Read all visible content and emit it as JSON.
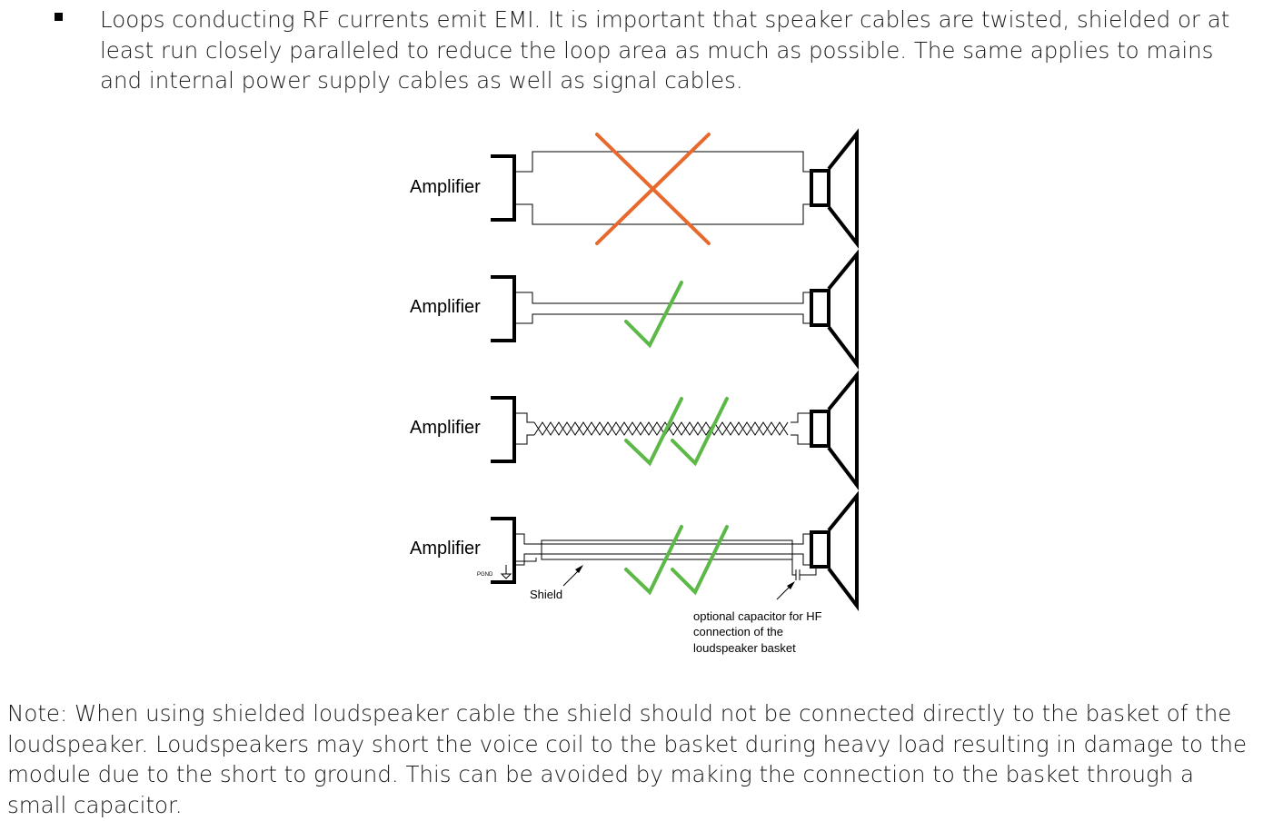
{
  "bullet": {
    "text": "Loops conducting RF currents emit EMI. It is important that speaker cables are twisted, shielded or at least run closely paralleled to reduce the loop area as much as possible. The same applies to mains and internal power supply cables as well as signal cables."
  },
  "diagram": {
    "rows": [
      {
        "amp_label": "Amplifier",
        "mark": "cross"
      },
      {
        "amp_label": "Amplifier",
        "mark": "check"
      },
      {
        "amp_label": "Amplifier",
        "mark": "double-check"
      },
      {
        "amp_label": "Amplifier",
        "mark": "double-check"
      }
    ],
    "pgnd_label": "PGND",
    "shield_label": "Shield",
    "capacitor_note": [
      "optional capacitor for HF",
      "connection of the",
      "loudspeaker basket"
    ],
    "colors": {
      "cross": "#e8692d",
      "check": "#5cb947",
      "line": "#000000"
    }
  },
  "note": {
    "text": "Note: When using shielded loudspeaker cable the shield should not be connected directly to the basket of the loudspeaker. Loudspeakers may short the voice coil to the basket during heavy load resulting in damage to the module due to the short to ground. This can be avoided by making the connection to the basket through a small capacitor."
  }
}
